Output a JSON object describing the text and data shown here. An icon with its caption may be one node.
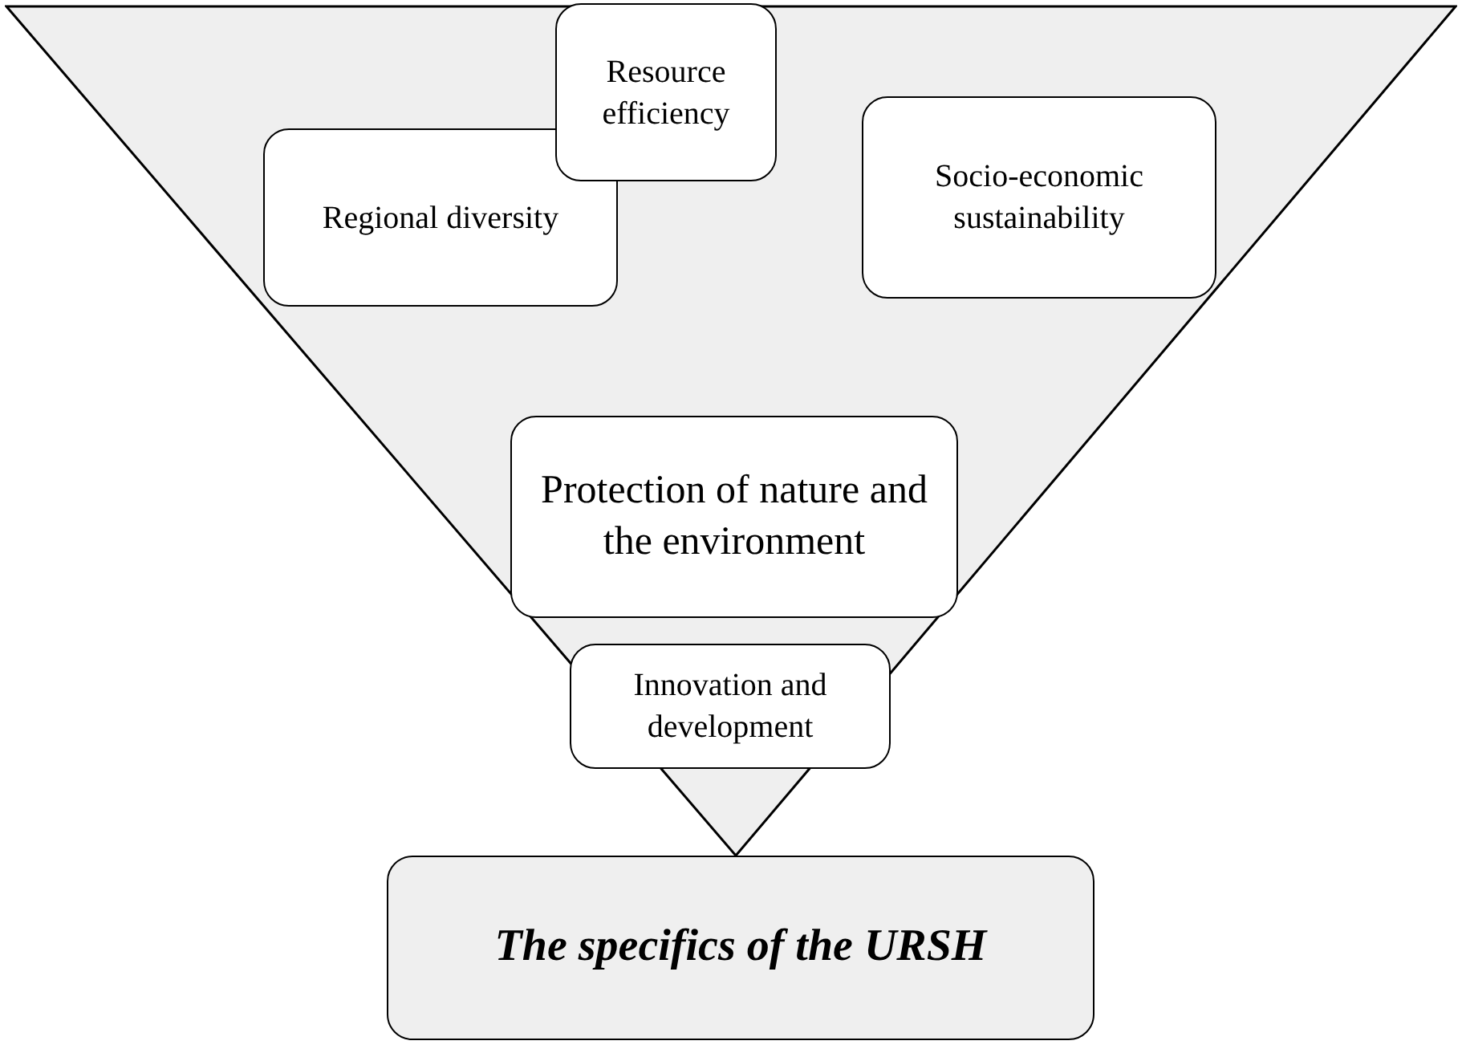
{
  "diagram": {
    "nodes": [
      {
        "text": [],
        "shape": "triangle"
      },
      {
        "text": [
          "Resource efficiency"
        ],
        "in": 0
      },
      {
        "text": [
          "Regional diversity"
        ],
        "in": 0
      },
      {
        "text": [
          "Socio-economic sustainability"
        ],
        "in": 0
      },
      {
        "text": [
          "Protection of nature and the environment"
        ],
        "in": 0
      },
      {
        "text": [
          "Innovation and development"
        ],
        "in": 0
      },
      {
        "text": [
          "The specifics of the URSH"
        ]
      }
    ]
  }
}
